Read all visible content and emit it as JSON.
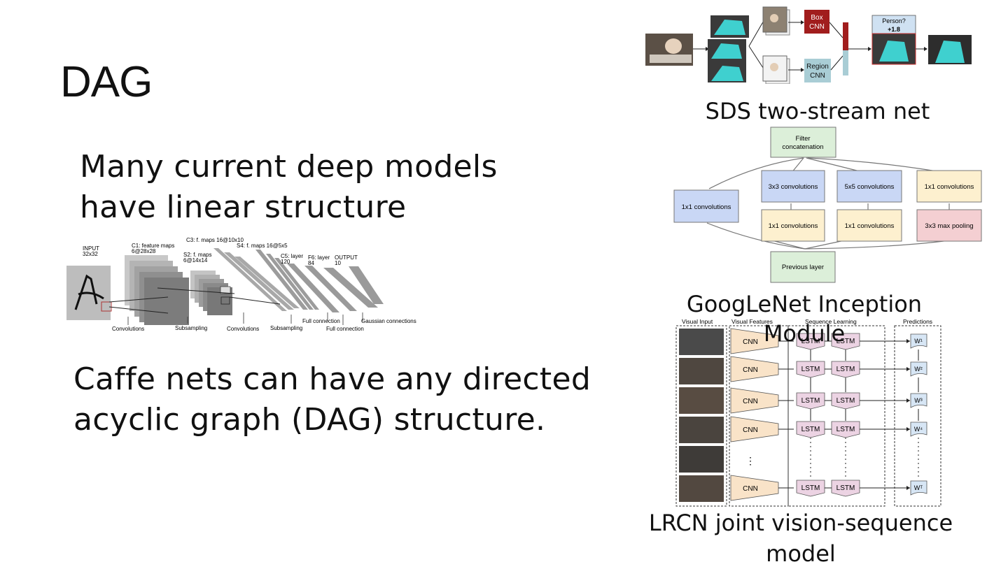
{
  "slide": {
    "title": "DAG",
    "para1_line1": "Many current deep models",
    "para1_line2": "have linear structure",
    "para2_line1": "Caffe nets can have any directed",
    "para2_line2": "acyclic graph (DAG) structure."
  },
  "lenet": {
    "input": "INPUT",
    "input_size": "32x32",
    "c1": "C1: feature maps",
    "c1_size": "6@28x28",
    "s2": "S2: f. maps",
    "s2_size": "6@14x14",
    "c3": "C3: f. maps 16@10x10",
    "s4": "S4: f. maps 16@5x5",
    "c5": "C5: layer",
    "c5_size": "120",
    "f6": "F6: layer",
    "f6_size": "84",
    "output": "OUTPUT",
    "output_size": "10",
    "op_conv1": "Convolutions",
    "op_sub1": "Subsampling",
    "op_conv2": "Convolutions",
    "op_sub2": "Subsampling",
    "op_full1": "Full connection",
    "op_full2": "Full connection",
    "op_gauss": "Gaussian connections"
  },
  "sds": {
    "box_cnn_1": "Box",
    "box_cnn_2": "CNN",
    "region_cnn_1": "Region",
    "region_cnn_2": "CNN",
    "person_q": "Person?",
    "score": "+1.8",
    "caption": "SDS two-stream net"
  },
  "inception": {
    "filter_concat_1": "Filter",
    "filter_concat_2": "concatenation",
    "conv1x1_left": "1x1 convolutions",
    "conv3x3": "3x3 convolutions",
    "conv5x5": "5x5 convolutions",
    "conv1x1_right": "1x1 convolutions",
    "reduce_a": "1x1 convolutions",
    "reduce_b": "1x1 convolutions",
    "maxpool": "3x3 max pooling",
    "prev_layer": "Previous layer",
    "caption_line1": "GoogLeNet Inception",
    "caption_line2": "Module"
  },
  "lrcn": {
    "h_visual_input": "Visual Input",
    "h_visual_features": "Visual Features",
    "h_sequence_learning": "Sequence Learning",
    "h_predictions": "Predictions",
    "cnn": "CNN",
    "lstm": "LSTM",
    "w1": "W¹",
    "w2": "W²",
    "w3": "W³",
    "w4": "W⁴",
    "wt": "Wᵀ",
    "caption_line1": "LRCN joint vision-sequence",
    "caption_line2": "model"
  },
  "colors": {
    "blue_box": "#c9d7f5",
    "yellow_box": "#fdf0cf",
    "green_box": "#dcefd9",
    "pink_box": "#f4cfd2",
    "cnn_fill": "#f9e3c8",
    "lstm_fill": "#ecd3e3",
    "pred_fill": "#d7e6f5",
    "box_cnn_fill": "#a11d1d",
    "region_cnn_fill": "#a9cdd5",
    "teal": "#3fd0cf"
  }
}
